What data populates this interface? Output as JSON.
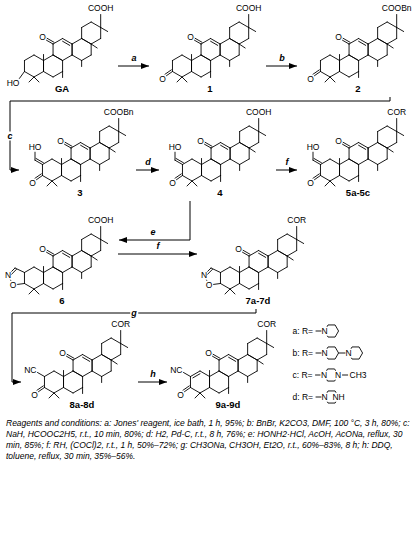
{
  "diagram": {
    "caption": "Reagents and conditions: a: Jones' reagent, ice bath, 1 h, 95%; b: BnBr, K2CO3, DMF, 100 °C, 3 h, 80%; c: NaH, HCOOC2H5, r.t., 10 min, 80%; d: H2, Pd-C, r.t., 8 h, 76%; e: HONH2·HCl, AcOH, AcONa, reflux, 30 min, 85%; f: RH, (COCl)2, r.t., 1 h, 50%–72%; g: CH3ONa, CH3OH, Et2O, r.t., 60%–83%, 8 h; h: DDQ, toluene, reflux, 30 min, 35%–56%.",
    "nodes": [
      {
        "text": [
          "COOH",
          "O",
          "HO",
          "GA"
        ]
      },
      {
        "text": [
          "COOH",
          "O",
          "O",
          "1"
        ]
      },
      {
        "text": [
          "COOBn",
          "O",
          "O",
          "2"
        ]
      },
      {
        "text": [
          "COOBn",
          "O",
          "HO",
          "O",
          "3"
        ]
      },
      {
        "text": [
          "COOH",
          "O",
          "HO",
          "O",
          "4"
        ]
      },
      {
        "text": [
          "COR",
          "O",
          "HO",
          "O",
          "5a-5c"
        ]
      },
      {
        "text": [
          "COOH",
          "O",
          "N",
          "O",
          "6"
        ]
      },
      {
        "text": [
          "COR",
          "O",
          "N",
          "O",
          "7a-7d"
        ]
      },
      {
        "text": [
          "COR",
          "O",
          "NC",
          "O",
          "8a-8d"
        ]
      },
      {
        "text": [
          "COR",
          "O",
          "NC",
          "O",
          "9a-9d"
        ]
      }
    ],
    "edges": [
      {
        "from": 0,
        "to": 1,
        "label": "a",
        "arrow": "to"
      },
      {
        "from": 1,
        "to": 2,
        "label": "b",
        "arrow": "to"
      },
      {
        "from": 2,
        "to": 3,
        "label": "c",
        "arrow": "to"
      },
      {
        "from": 3,
        "to": 4,
        "label": "d",
        "arrow": "to"
      },
      {
        "from": 4,
        "to": 5,
        "label": "f",
        "arrow": "to"
      },
      {
        "from": 4,
        "to": 6,
        "label": "e",
        "arrow": "to"
      },
      {
        "from": 6,
        "to": 7,
        "label": "f",
        "arrow": "to"
      },
      {
        "from": 7,
        "to": 8,
        "label": "g",
        "arrow": "to"
      },
      {
        "from": 8,
        "to": 9,
        "label": "h",
        "arrow": "to"
      }
    ],
    "labels": [
      "a: R=",
      "N",
      "b: R=",
      "N",
      "N",
      "c: R=",
      "N",
      "N",
      "CH3",
      "d: R=",
      "N",
      "NH"
    ]
  }
}
